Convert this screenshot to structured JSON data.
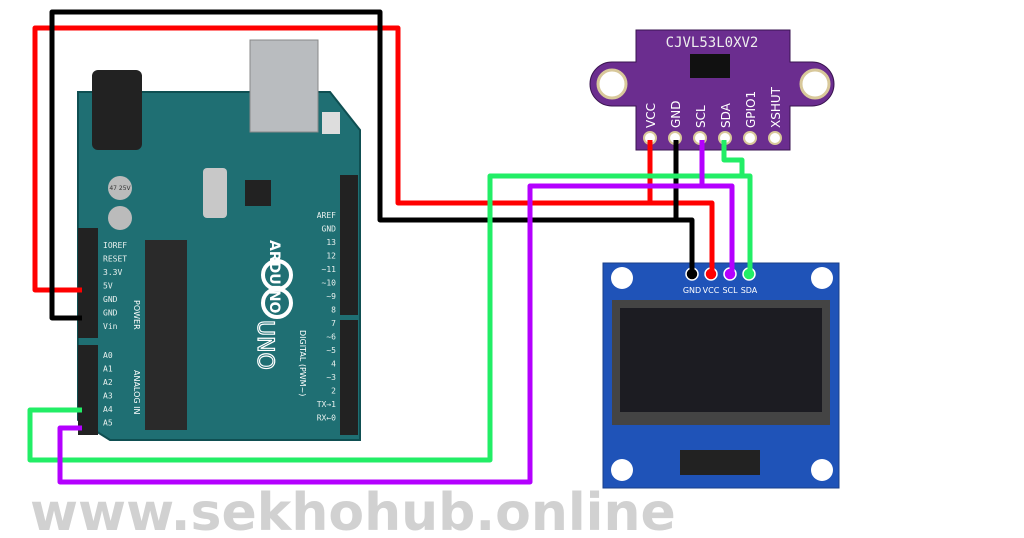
{
  "arduino": {
    "brand": "ARDUINO",
    "model": "UNO",
    "power_header_label": "POWER",
    "analog_header_label": "ANALOG IN",
    "digital_header_label": "DIGITAL (PWM~)",
    "power_pins": [
      "IOREF",
      "RESET",
      "3.3V",
      "5V",
      "GND",
      "GND",
      "Vin"
    ],
    "analog_pins": [
      "A0",
      "A1",
      "A2",
      "A3",
      "A4",
      "A5"
    ],
    "digital_pins": [
      "AREF",
      "GND",
      "13",
      "12",
      "~11",
      "~10",
      "~9",
      "8",
      "7",
      "~6",
      "~5",
      "4",
      "~3",
      "2",
      "TX→1",
      "RX←0"
    ],
    "capacitor_label": "47 25V"
  },
  "sensor": {
    "name": "CJVL53L0XV2",
    "pins": [
      "VCC",
      "GND",
      "SCL",
      "SDA",
      "GPIO1",
      "XSHUT"
    ]
  },
  "oled": {
    "pins": [
      "GND",
      "VCC",
      "SCL",
      "SDA"
    ]
  },
  "watermark": "www.sekhohub.online",
  "wire_colors": {
    "vcc": "#ff0000",
    "gnd": "#000000",
    "scl": "#b400ff",
    "sda": "#22ee66"
  }
}
